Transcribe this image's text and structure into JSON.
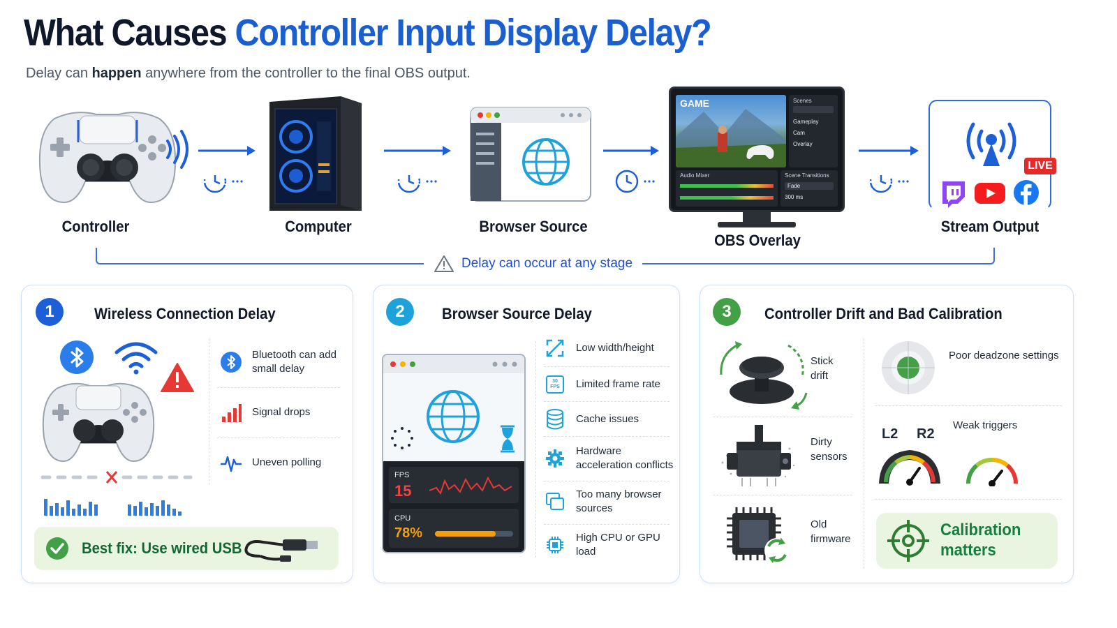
{
  "title": {
    "part1": "What Causes ",
    "part2": "Controller Input Display Delay?"
  },
  "subtitle": {
    "pre": "Delay can ",
    "bold": "happen",
    "post": " anywhere from the controller to the final OBS output."
  },
  "stages": [
    {
      "label": "Controller",
      "icon": "gamepad-icon"
    },
    {
      "label": "Computer",
      "icon": "pc-tower-icon"
    },
    {
      "label": "Browser Source",
      "icon": "browser-globe-icon"
    },
    {
      "label": "OBS Overlay",
      "icon": "monitor-obs-icon"
    },
    {
      "label": "Stream Output",
      "icon": "broadcast-icon"
    }
  ],
  "obs_screen": {
    "game_label": "GAME",
    "scenes_title": "Scenes",
    "scenes": [
      "Gameplay",
      "Cam",
      "Overlay"
    ],
    "audio_mixer": "Audio Mixer",
    "scene_transitions": "Scene Transitions",
    "transition": "Fade",
    "duration": "300 ms"
  },
  "live_badge": "LIVE",
  "bracket_label": "Delay can occur at any stage",
  "panels": [
    {
      "number": "1",
      "title": "Wireless Connection Delay",
      "color": "#1d5fd6",
      "items": [
        "Bluetooth can add small delay",
        "Signal drops",
        "Uneven polling"
      ],
      "fix": "Best fix: Use wired USB"
    },
    {
      "number": "2",
      "title": "Browser Source Delay",
      "color": "#1fa2d9",
      "items": [
        "Low width/height",
        "Limited frame rate",
        "Cache issues",
        "Hardware acceleration conflicts",
        "Too many browser sources",
        "High CPU or GPU load"
      ],
      "fps_icon_text": "30 FPS",
      "fps_label": "FPS",
      "fps_value": "15",
      "cpu_label": "CPU",
      "cpu_value": "78%",
      "cpu_level": 0.78
    },
    {
      "number": "3",
      "title": "Controller Drift and Bad Calibration",
      "color": "#43a047",
      "items": [
        "Stick drift",
        "Dirty sensors",
        "Old firmware",
        "Poor deadzone settings",
        "Weak triggers"
      ],
      "trigger_labels": [
        "L2",
        "R2"
      ],
      "callout": "Calibration matters"
    }
  ],
  "colors": {
    "accent": "#1a5fd0",
    "green": "#43a047",
    "red": "#e53935"
  }
}
